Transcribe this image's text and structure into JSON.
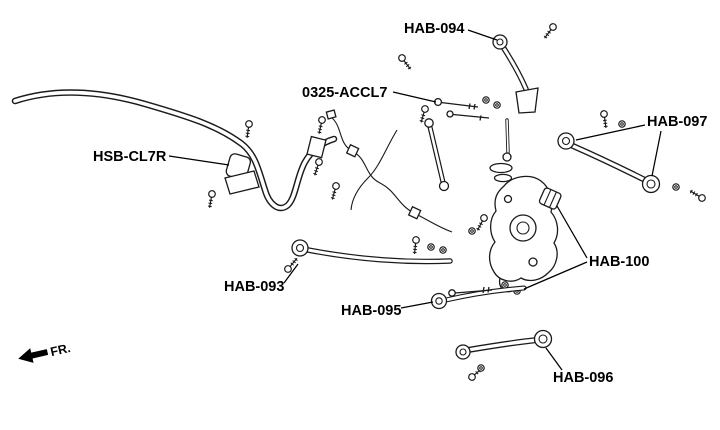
{
  "colors": {
    "background": "#ffffff",
    "line_art": "#1a1a1a",
    "label_text": "#000000"
  },
  "labels": {
    "hab_094": "HAB-094",
    "accl_0325": "0325-ACCL7",
    "hab_097": "HAB-097",
    "hsb_cl7r": "HSB-CL7R",
    "hab_093": "HAB-093",
    "hab_100": "HAB-100",
    "hab_095": "HAB-095",
    "hab_096": "HAB-096",
    "direction": "FR."
  }
}
